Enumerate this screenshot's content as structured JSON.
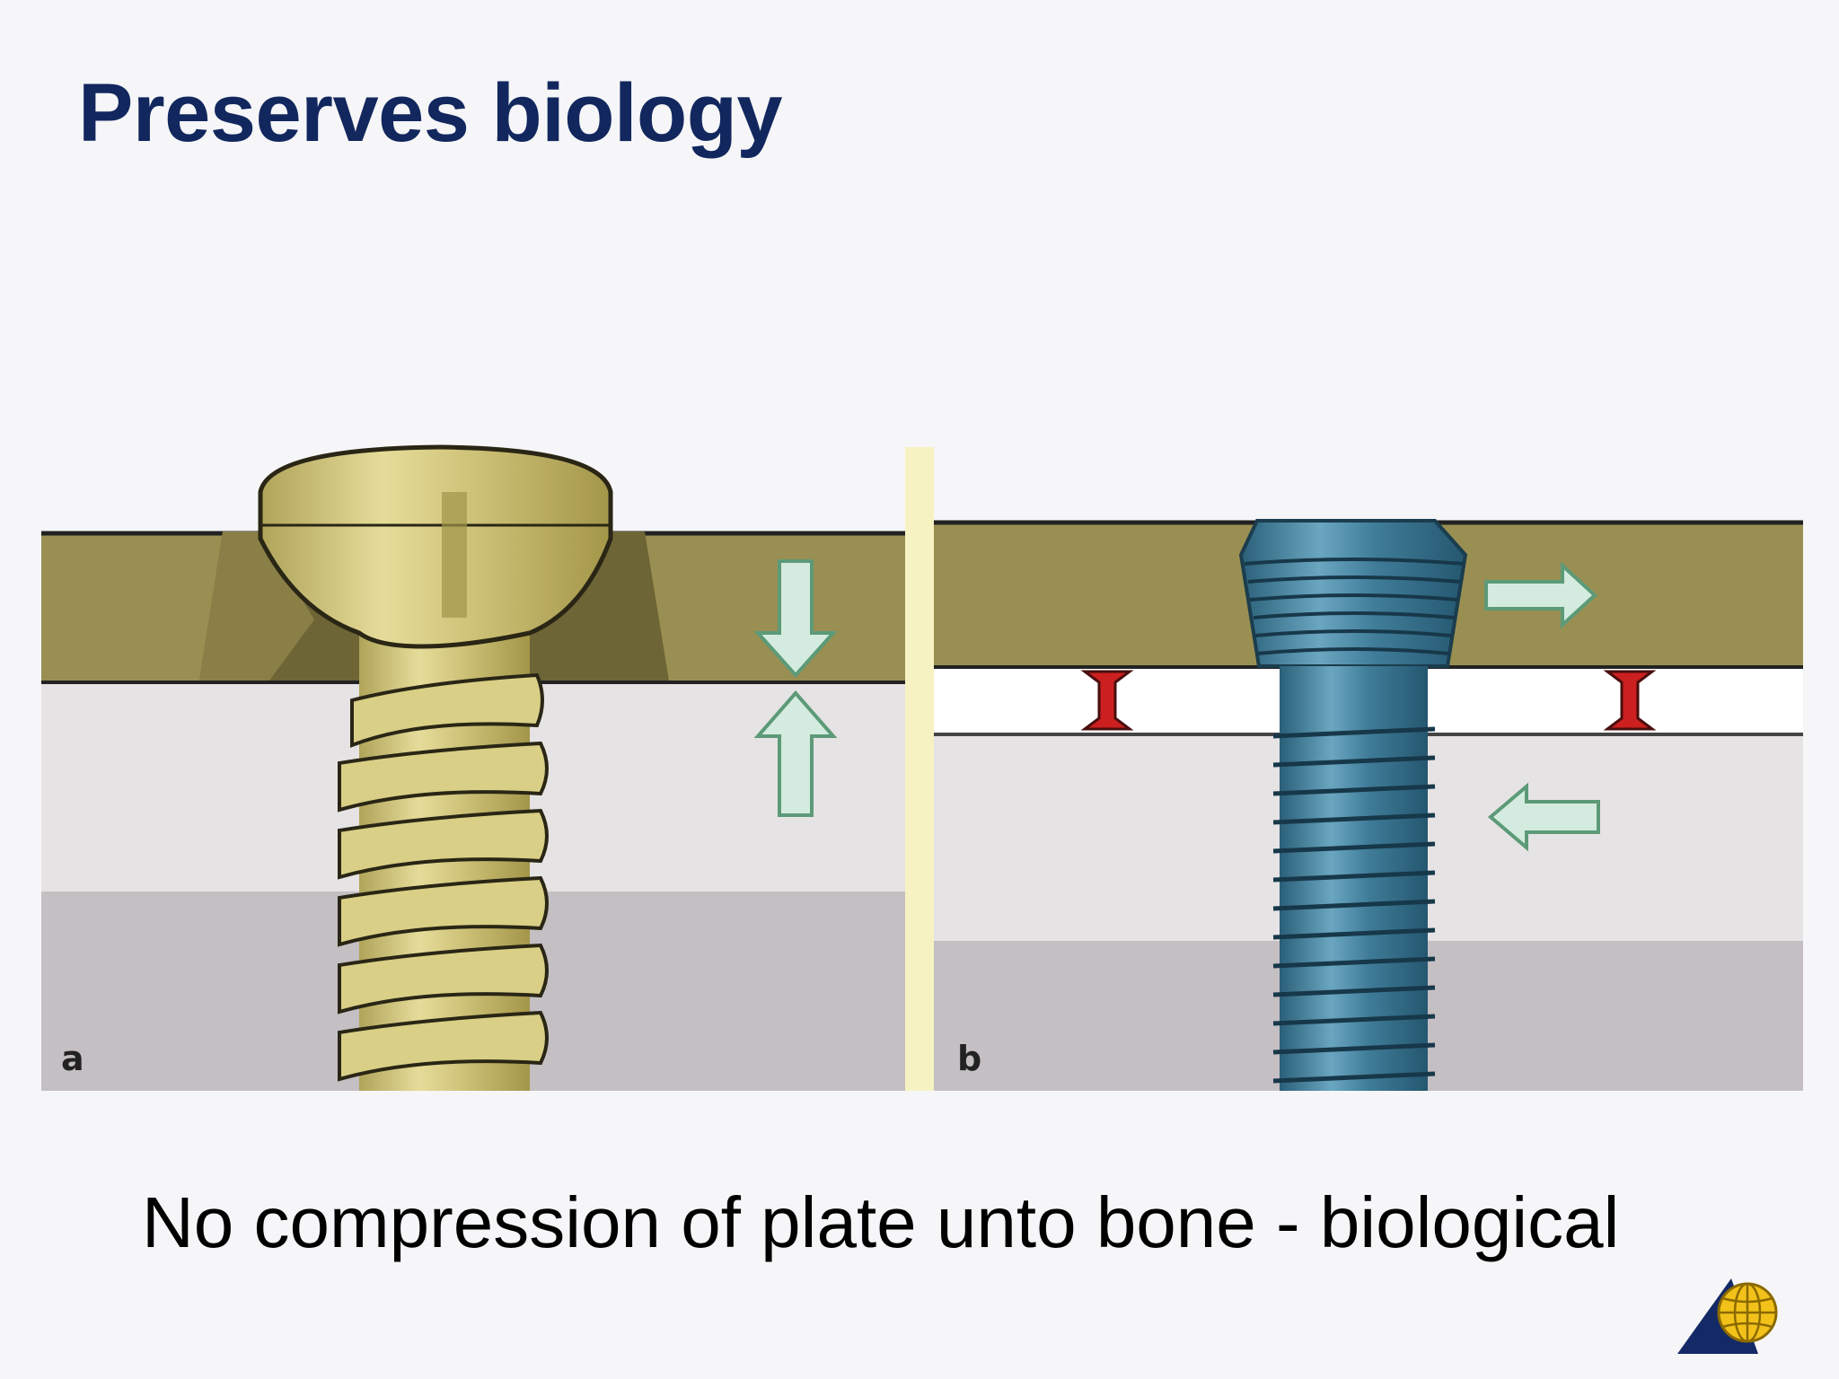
{
  "slide": {
    "title": "Preserves biology",
    "caption": "No compression of plate unto bone - biological"
  },
  "figure": {
    "panel_a_label": "a",
    "panel_b_label": "b"
  },
  "colors": {
    "title": "#12275e",
    "plate": "#9a8f52",
    "plate_dark": "#6e6536",
    "bone_cortex": "#e6e3e4",
    "bone_marrow": "#c4bfc3",
    "conventional_screw": "#d8cf86",
    "locking_screw": "#3f7c98",
    "force_arrow": "#d4ebdf",
    "gap_arrow": "#cc1f1f",
    "divider": "#f7f2c2",
    "logo_blue": "#142a66",
    "logo_gold": "#f2c21a"
  },
  "icons": {
    "logo": "ao-triangle-globe-icon"
  }
}
